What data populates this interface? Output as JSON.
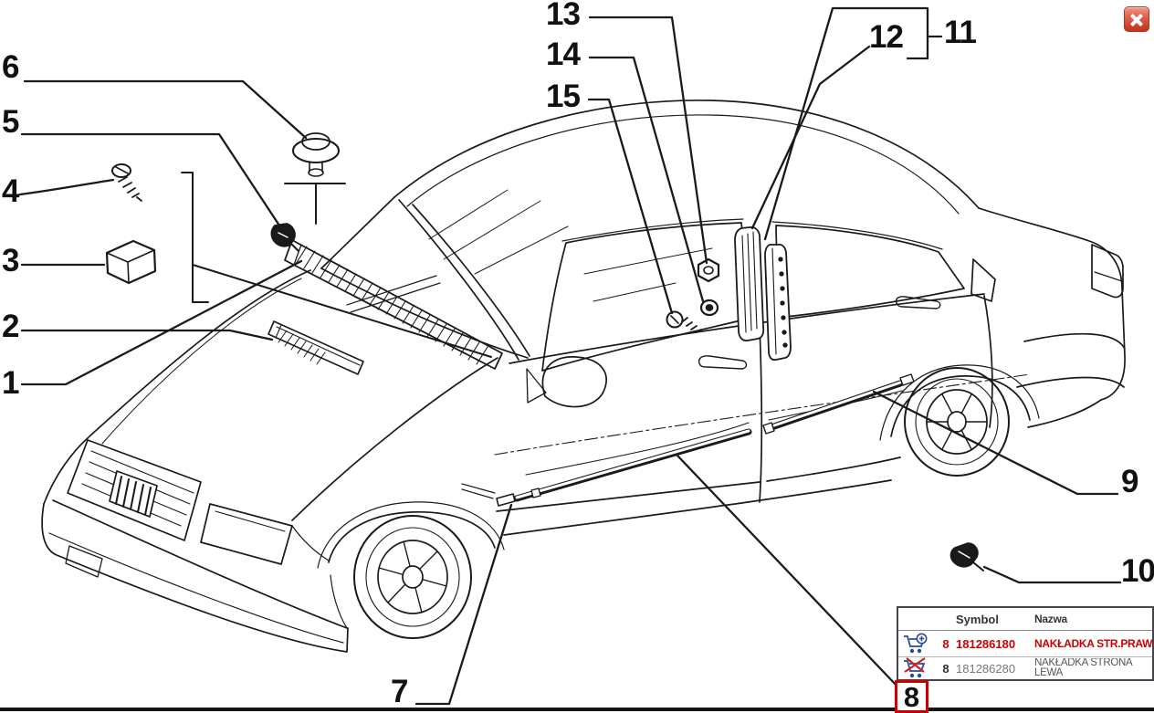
{
  "window": {
    "close_icon": "x-mark"
  },
  "diagram": {
    "callouts": {
      "c1": "1",
      "c2": "2",
      "c3": "3",
      "c4": "4",
      "c5": "5",
      "c6": "6",
      "c7": "7",
      "c9": "9",
      "c10": "10",
      "c11": "11",
      "c12": "12",
      "c13": "13",
      "c14": "14",
      "c15": "15",
      "selected": "8"
    }
  },
  "table": {
    "headers": {
      "symbol": "Symbol",
      "nazwa": "Nazwa"
    },
    "rows": [
      {
        "qty": "8",
        "symbol": "181286180",
        "name": "NAKŁADKA STR.PRAWA",
        "availability": "add-to-cart"
      },
      {
        "qty": "8",
        "symbol": "181286280",
        "name": "NAKŁADKA STRONA LEWA",
        "availability": "unavailable"
      }
    ]
  },
  "icons": {
    "row_available": "cart-plus",
    "row_unavailable": "cart-crossed",
    "close": "x-mark"
  },
  "colors": {
    "accent_red": "#cc0000",
    "cart_blue": "#2a4a9a",
    "ink": "#1a1a1a"
  }
}
